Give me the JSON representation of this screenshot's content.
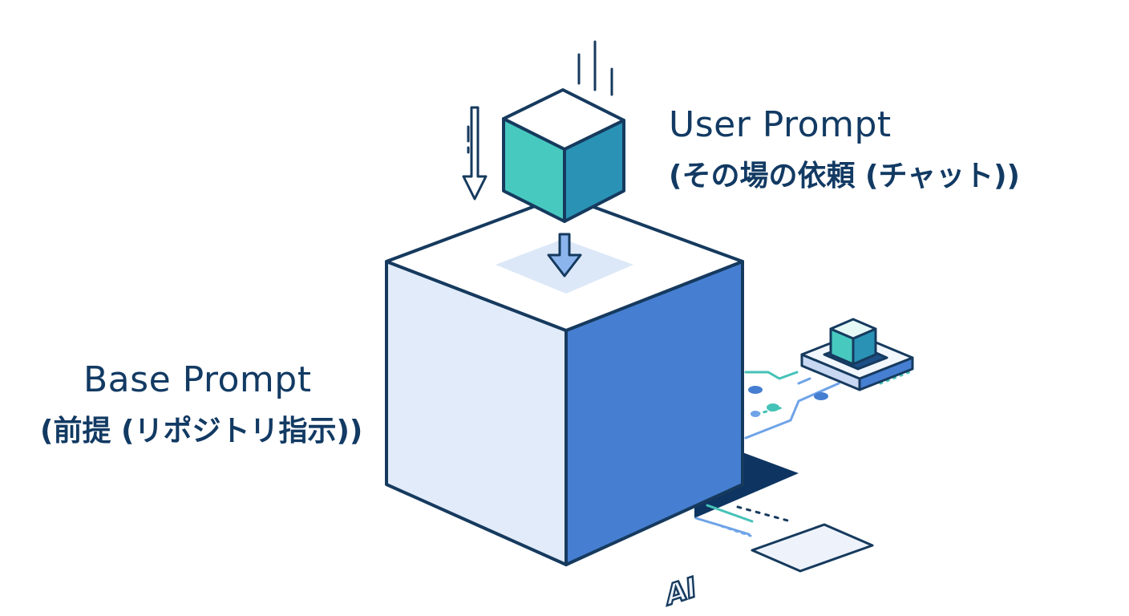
{
  "colors": {
    "outline": "#163a5e",
    "text": "#123a63",
    "big_cube_front": "#e1ebf9",
    "big_cube_top": "#ffffff",
    "big_cube_side": "#467fd1",
    "shadow": "#0e3561",
    "small_cube_left": "#47c9c0",
    "small_cube_right": "#2a93b5",
    "accent_blue": "#6fa3e8",
    "accent_teal": "#45c2b7",
    "arrow_fill": "#8cb5ee"
  },
  "labels": {
    "user_title": "User Prompt",
    "user_sub": "(その場の依頼 (チャット))",
    "base_title": "Base Prompt",
    "base_sub": "(前提 (リポジトリ指示))",
    "ai_badge": "AI"
  },
  "icons": {
    "flow_arrow": "down-arrow-icon",
    "ai_chip": "chip-icon"
  }
}
